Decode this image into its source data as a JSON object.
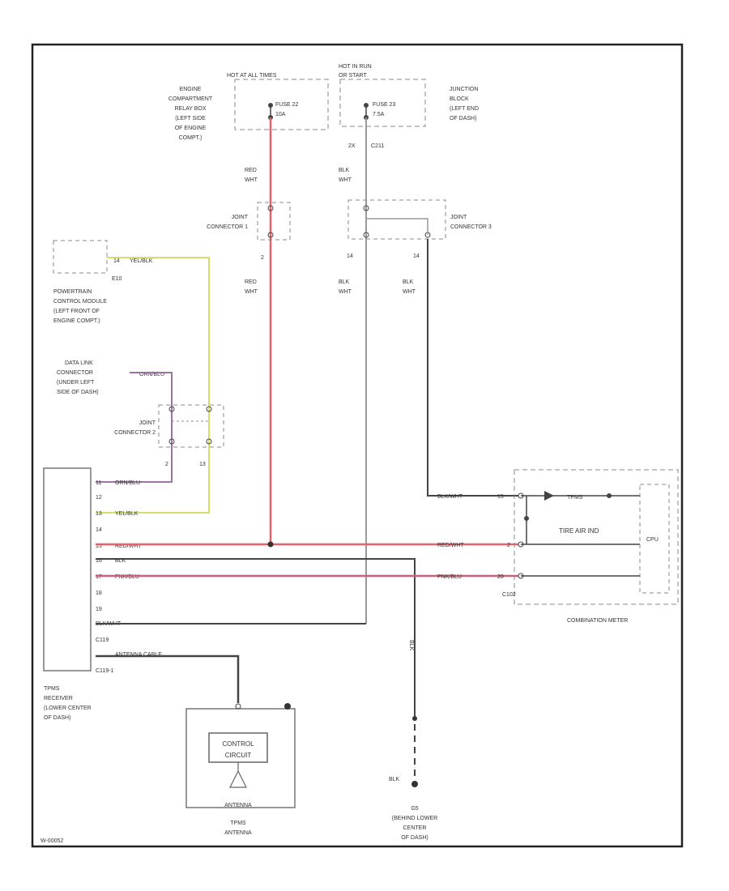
{
  "colors": {
    "frame": "#222222",
    "wire_red": "#e8606a",
    "wire_yellow": "#d4df6a",
    "wire_black": "#444444",
    "wire_gray": "#999999",
    "wire_pink": "#c9607a",
    "wire_violet": "#a070a8",
    "dashed_box": "#888888"
  },
  "fuses": {
    "left_header": "HOT AT ALL TIMES",
    "left_location": [
      "ENGINE",
      "COMPARTMENT",
      "RELAY BOX",
      "(LEFT SIDE",
      "OF ENGINE",
      "COMPT.)"
    ],
    "left_fuse": [
      "FUSE 22",
      "10A"
    ],
    "right_header": [
      "HOT IN RUN",
      "OR START"
    ],
    "right_location": [
      "JUNCTION",
      "BLOCK",
      "(LEFT END",
      "OF DASH)"
    ],
    "right_fuse": [
      "FUSE 23",
      "7.5A"
    ],
    "right_pin": "2X",
    "right_connector": "C211"
  },
  "wires": {
    "red_wht_a": [
      "RED",
      "WHT"
    ],
    "blk_wht_a": [
      "BLK",
      "WHT"
    ],
    "red_wht_b": [
      "RED",
      "WHT"
    ],
    "blk_wht_b": [
      "BLK",
      "WHT"
    ],
    "blk_wht_c": [
      "BLK",
      "WHT"
    ],
    "ground_wire": "BLK",
    "ground_feed": "BLK"
  },
  "joints": {
    "jc1": [
      "JOINT",
      "CONNECTOR 1"
    ],
    "jc1_pin": "2",
    "jc3": [
      "JOINT",
      "CONNECTOR 3"
    ],
    "jc3_pin_a": "14",
    "jc3_pin_b": "14",
    "jc2": [
      "JOINT",
      "CONNECTOR 2"
    ],
    "jc2_pin_a": "2",
    "jc2_pin_b": "13"
  },
  "pcm": {
    "pin": "14",
    "wire": "YEL/BLK",
    "connector": "E10",
    "label": [
      "POWERTRAIN",
      "CONTROL MODULE",
      "(LEFT FRONT OF",
      "ENGINE COMPT.)"
    ]
  },
  "dlc": {
    "label": [
      "DATA LINK",
      "CONNECTOR",
      "(UNDER LEFT",
      "SIDE OF DASH)"
    ],
    "wire": "ORN/BLU"
  },
  "tpms": {
    "pins": [
      "11",
      "12",
      "13",
      "14",
      "15",
      "16",
      "17",
      "18",
      "19"
    ],
    "wires": [
      "ORN/BLU",
      "",
      "YEL/BLK",
      "",
      "RED/WHT",
      "BLK",
      "PNK/BLU",
      "",
      "",
      "BLK/WHT"
    ],
    "connector1": "C119",
    "connector2": "C119-1",
    "antenna_wire": "ANTENNA CABLE",
    "label": [
      "TPMS",
      "RECEIVER",
      "(LOWER CENTER",
      "OF DASH)"
    ]
  },
  "meter": {
    "in_wire_1": "BLK/WHT",
    "in_pin_1": "15",
    "in_wire_2": "RED/WHT",
    "in_pin_2": "2",
    "in_wire_3": "PNK/BLU",
    "in_pin_3": "20",
    "connector": "C102",
    "tpms_line": "TPMS",
    "tire_air_ind": "TIRE AIR IND",
    "cpu": "CPU",
    "label": "COMBINATION METER"
  },
  "antenna": {
    "box": [
      "CONTROL",
      "CIRCUIT"
    ],
    "bottom": "ANTENNA",
    "label": [
      "TPMS",
      "ANTENNA"
    ]
  },
  "ground": {
    "id": "G5",
    "label": [
      "(BEHIND LOWER",
      "CENTER",
      "OF DASH)"
    ]
  },
  "footer": "W-00052"
}
